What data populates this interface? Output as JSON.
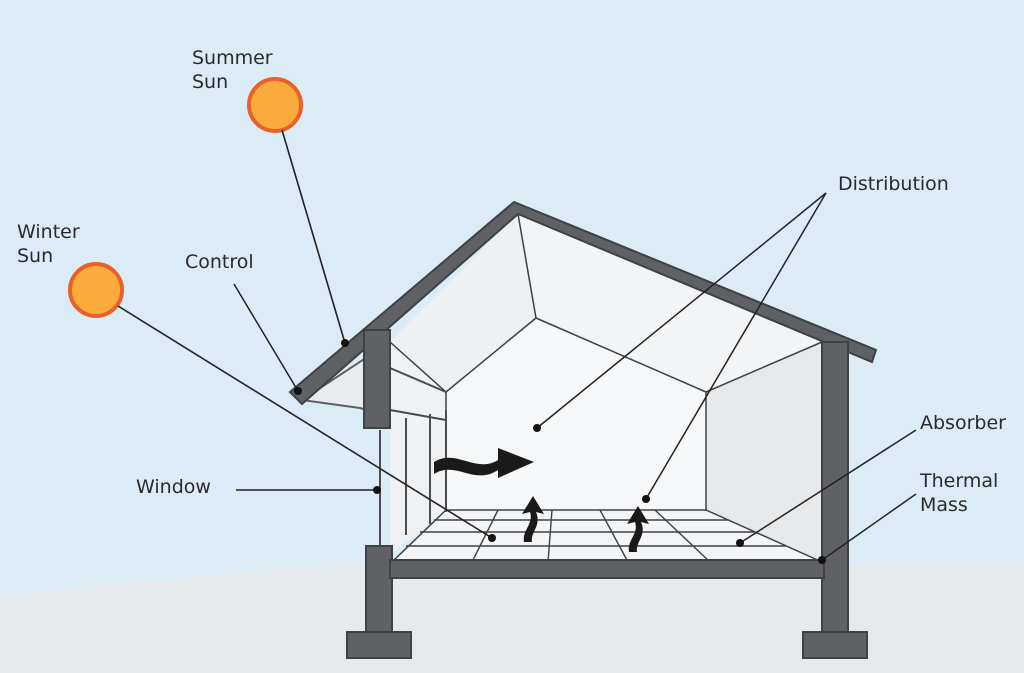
{
  "labels": {
    "summer_sun": [
      "Summer",
      "Sun"
    ],
    "winter_sun": [
      "Winter",
      "Sun"
    ],
    "control": "Control",
    "distribution": "Distribution",
    "window": "Window",
    "absorber": "Absorber",
    "thermal_mass": [
      "Thermal",
      "Mass"
    ]
  },
  "colors": {
    "sky": "#dcecf6",
    "ground": "#e6e9ec",
    "structure": "#5f6164",
    "sun_fill": "#fbab3c",
    "sun_stroke": "#e8602a",
    "interior": "#f6f7f8",
    "leader": "#222222",
    "arrow": "#1a1a1a"
  }
}
